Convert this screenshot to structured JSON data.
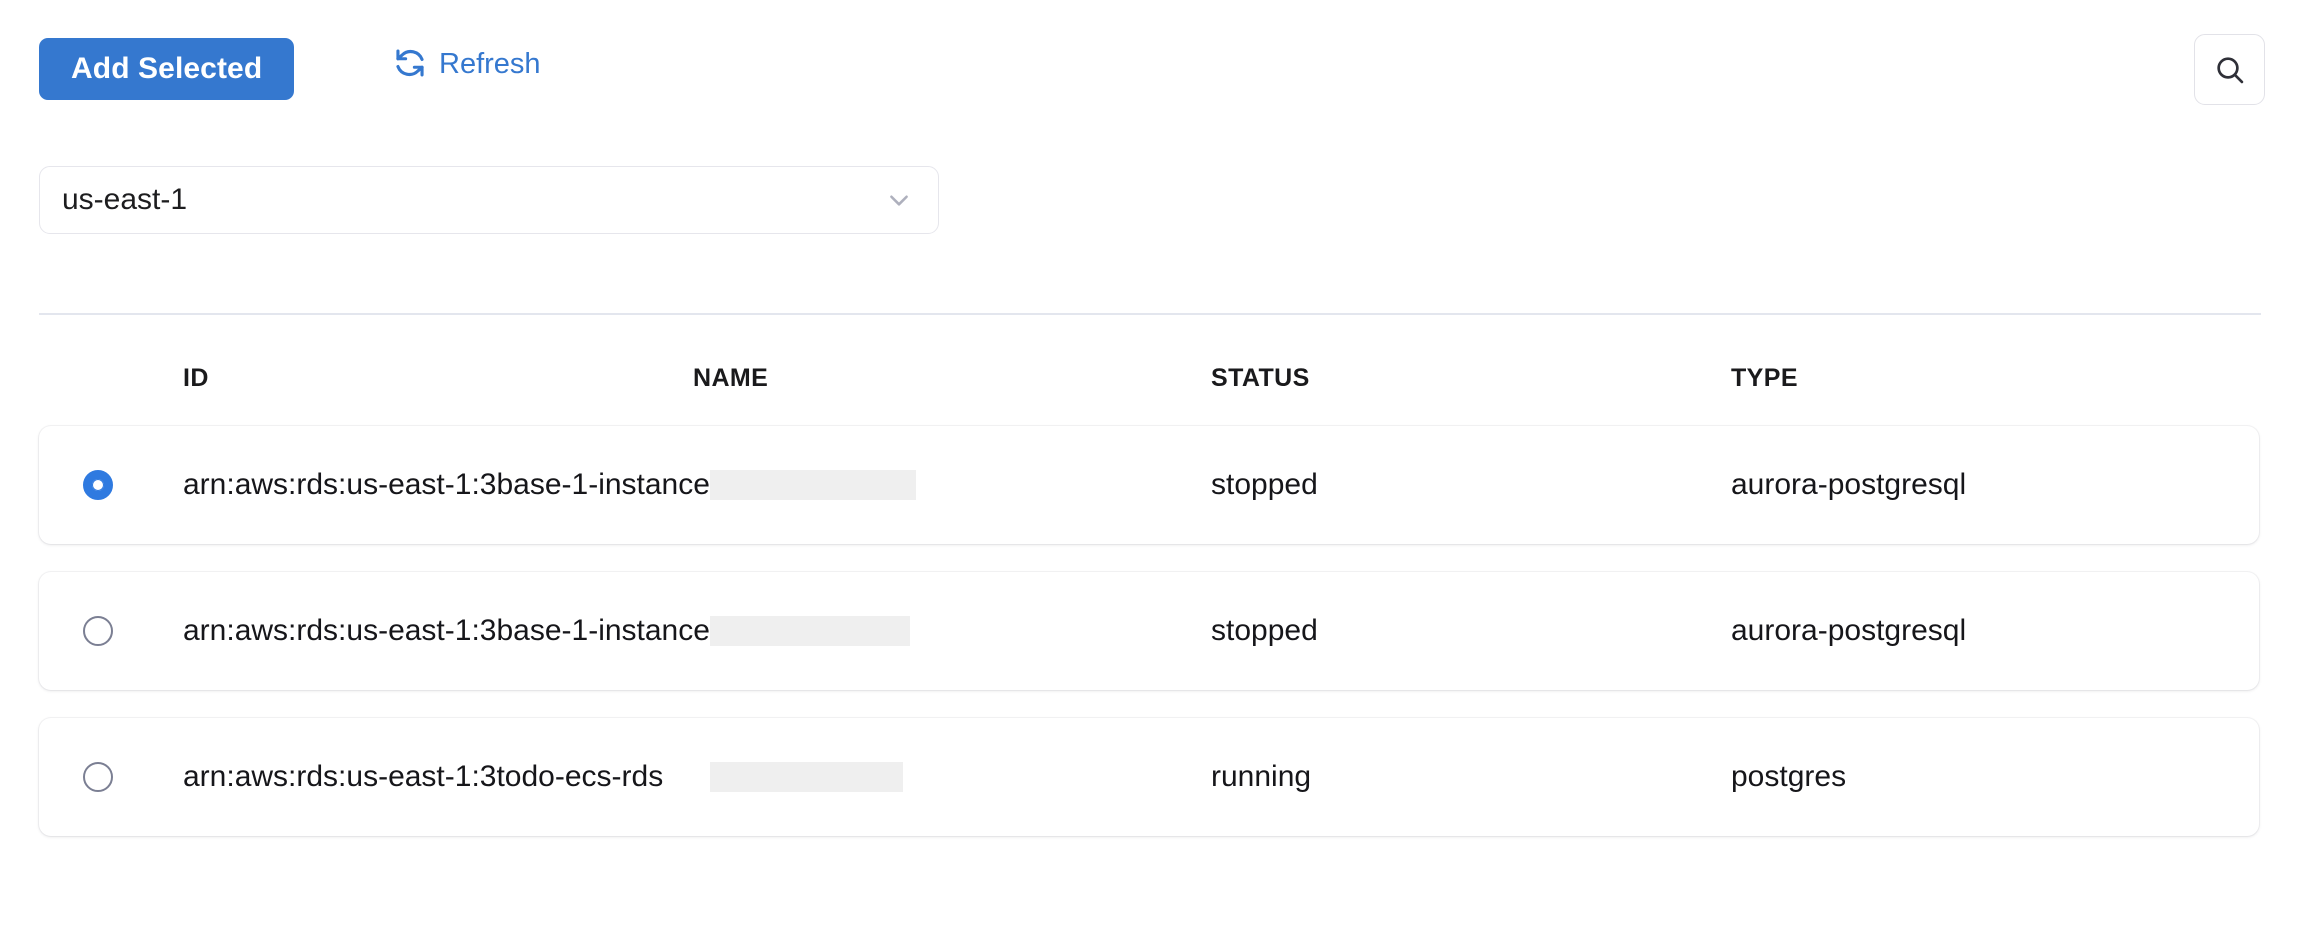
{
  "toolbar": {
    "add_selected_label": "Add Selected",
    "refresh_label": "Refresh",
    "refresh_icon": "refresh-icon",
    "search_icon": "search-icon"
  },
  "region_select": {
    "value": "us-east-1",
    "chevron_icon": "chevron-down-icon"
  },
  "table": {
    "columns": [
      {
        "key": "id",
        "label": "ID"
      },
      {
        "key": "name",
        "label": "NAME"
      },
      {
        "key": "status",
        "label": "STATUS"
      },
      {
        "key": "type",
        "label": "TYPE"
      }
    ],
    "rows": [
      {
        "selected": true,
        "id_prefix": "arn:aws:rds:us-east-1:3",
        "id_suffix": "base-1-instance-1",
        "redacted": true,
        "status": "stopped",
        "type": "aurora-postgresql"
      },
      {
        "selected": false,
        "id_prefix": "arn:aws:rds:us-east-1:3",
        "id_suffix": "base-1-instance-1-us-ea…",
        "redacted": true,
        "status": "stopped",
        "type": "aurora-postgresql"
      },
      {
        "selected": false,
        "id_prefix": "arn:aws:rds:us-east-1:3",
        "id_suffix": " todo-ecs-rds",
        "redacted": true,
        "status": "running",
        "type": "postgres"
      }
    ]
  },
  "colors": {
    "primary": "#3578cf",
    "link": "#3578cf",
    "radio_selected": "#2f7ae0",
    "divider": "#e3e6ee",
    "redaction": "#efefef",
    "text": "#16161a"
  }
}
